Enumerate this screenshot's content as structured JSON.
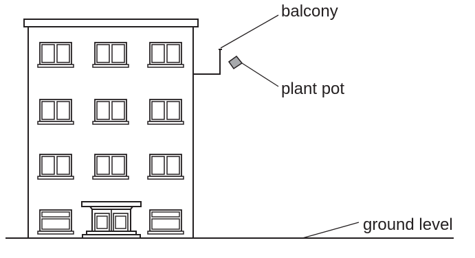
{
  "labels": {
    "balcony": "balcony",
    "plant_pot": "plant pot",
    "ground_level": "ground level"
  },
  "building": {
    "window_grid": {
      "rows": 3,
      "columns": 3
    },
    "ground_floor_windows": 2,
    "entrance_doors": 2
  },
  "colors": {
    "line": "#231f20",
    "plant_pot_fill": "#a7a9ac"
  }
}
